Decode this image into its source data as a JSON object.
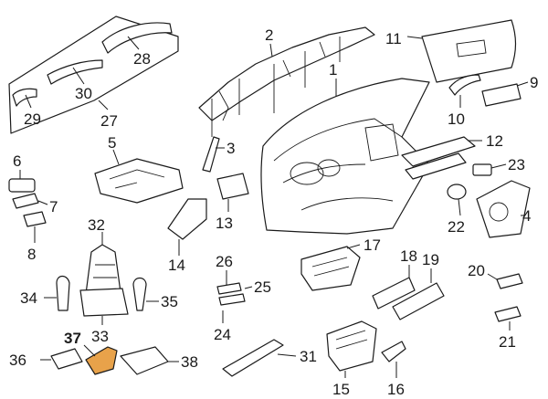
{
  "accent": "#e8a24a",
  "labels": {
    "n1": "1",
    "n2": "2",
    "n3": "3",
    "n4": "4",
    "n5": "5",
    "n6": "6",
    "n7": "7",
    "n8": "8",
    "n9": "9",
    "n10": "10",
    "n11": "11",
    "n12": "12",
    "n13": "13",
    "n14": "14",
    "n15": "15",
    "n16": "16",
    "n17": "17",
    "n18": "18",
    "n19": "19",
    "n20": "20",
    "n21": "21",
    "n22": "22",
    "n23": "23",
    "n24": "24",
    "n25": "25",
    "n26": "26",
    "n27": "27",
    "n28": "28",
    "n29": "29",
    "n30": "30",
    "n31": "31",
    "n32": "32",
    "n33": "33",
    "n34": "34",
    "n35": "35",
    "n36": "36",
    "n37": "37",
    "n38": "38"
  }
}
